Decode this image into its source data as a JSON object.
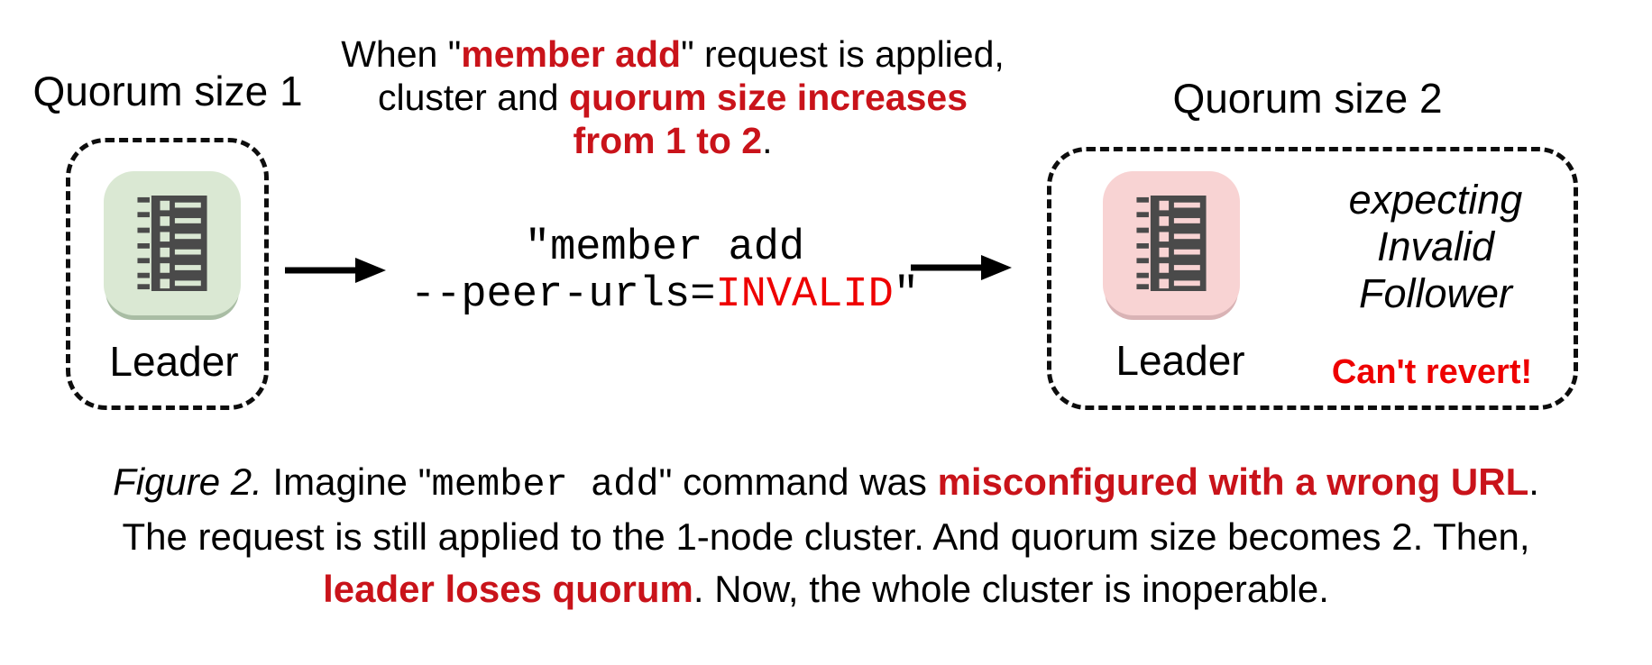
{
  "colors": {
    "red_bold": "#c9131a",
    "red_bright": "#ee0000",
    "green_bg": "#dae8d3",
    "green_shadow": "#a9bda4",
    "pink_bg": "#f8d3d3",
    "pink_shadow": "#d9b3b5",
    "glyph": "#4a4a4a"
  },
  "left_cluster": {
    "title": "Quorum size 1",
    "node_label": "Leader"
  },
  "right_cluster": {
    "title": "Quorum size 2",
    "node_label": "Leader",
    "expectation_lines": [
      "expecting",
      "Invalid",
      "Follower"
    ],
    "warning": "Can't revert!"
  },
  "annotation": {
    "lines": [
      [
        {
          "t": "When \""
        },
        {
          "t": "member add",
          "s": "rb"
        },
        {
          "t": "\" request is applied,"
        }
      ],
      [
        {
          "t": "cluster and "
        },
        {
          "t": "quorum size increases",
          "s": "rb"
        }
      ],
      [
        {
          "t": "from 1 to 2",
          "s": "rb"
        },
        {
          "t": "."
        }
      ]
    ]
  },
  "command": {
    "lines": [
      [
        {
          "t": "\"member add"
        }
      ],
      [
        {
          "t": "--peer-urls="
        },
        {
          "t": "INVALID",
          "s": "red"
        },
        {
          "t": "\""
        }
      ]
    ]
  },
  "caption": {
    "lines": [
      [
        {
          "t": "Figure 2.",
          "s": "it"
        },
        {
          "t": " Imagine \""
        },
        {
          "t": "member add",
          "s": "mono"
        },
        {
          "t": "\" command was "
        },
        {
          "t": "misconfigured with a wrong URL",
          "s": "rb"
        },
        {
          "t": "."
        }
      ],
      [
        {
          "t": "The request is still applied to the 1-node cluster. And quorum size becomes 2. Then,"
        }
      ],
      [
        {
          "t": "leader loses quorum",
          "s": "rb"
        },
        {
          "t": ". Now, the whole cluster is inoperable."
        }
      ]
    ]
  }
}
